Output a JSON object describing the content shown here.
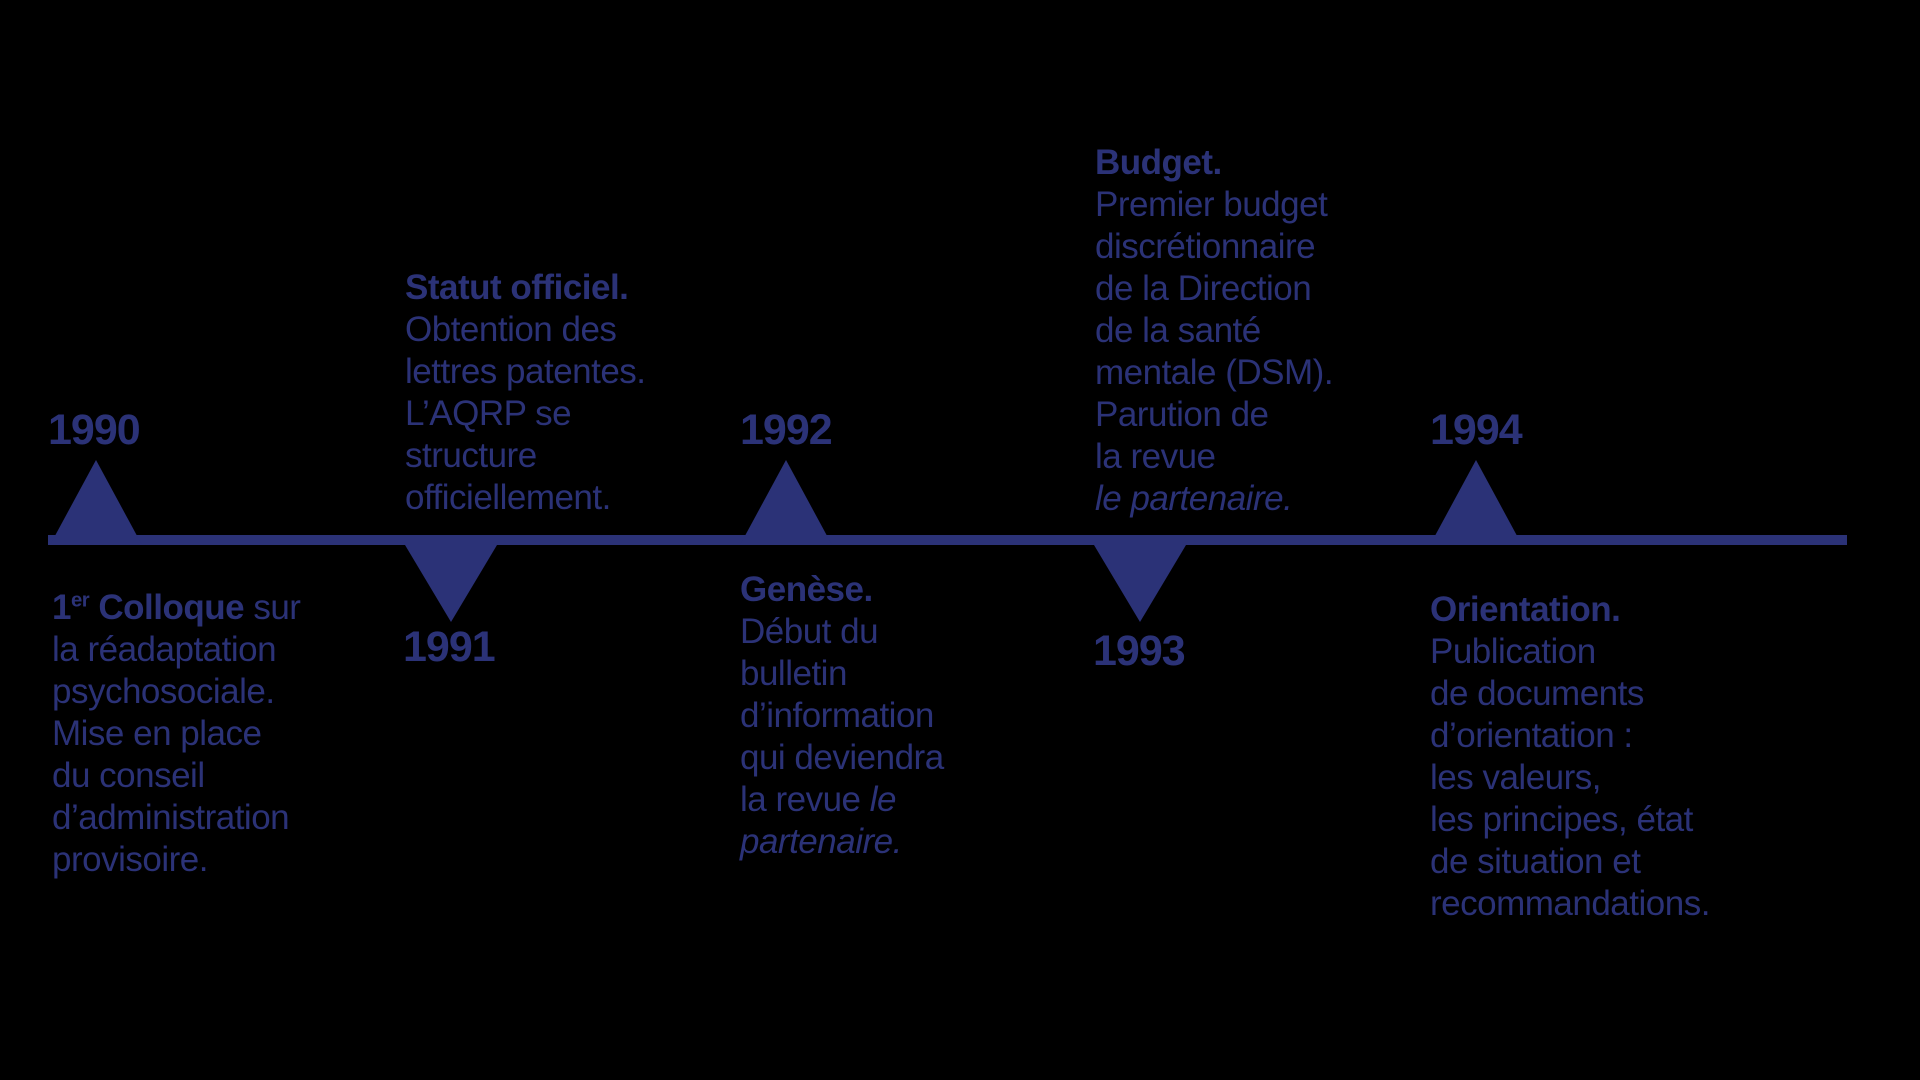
{
  "colors": {
    "background": "#000000",
    "accent_navy": "#2b3277"
  },
  "timeline": {
    "type": "horizontal-timeline",
    "events": [
      {
        "year": "1990",
        "marker": "up",
        "body": {
          "line1": {
            "bold_num": "1",
            "sup": "er",
            "bold": " Colloque",
            "regular": " sur"
          },
          "line2": "la réadaptation",
          "line3": "psychosociale.",
          "line4": "Mise en place",
          "line5": "du conseil",
          "line6": "d’administration",
          "line7": "provisoire."
        }
      },
      {
        "year": "1991",
        "marker": "down",
        "body": {
          "line1": "Statut officiel.",
          "line2": "Obtention des",
          "line3": "lettres patentes.",
          "line4": "L’AQRP se",
          "line5": "structure",
          "line6": "officiellement."
        }
      },
      {
        "year": "1992",
        "marker": "up",
        "body": {
          "line1": "Genèse.",
          "line2": "Début du",
          "line3": "bulletin",
          "line4": "d’information",
          "line5": "qui deviendra",
          "line6": {
            "regular": "la revue ",
            "italic": "le"
          },
          "line7": "partenaire."
        }
      },
      {
        "year": "1993",
        "marker": "down",
        "body": {
          "line1": "Budget.",
          "line2": "Premier budget",
          "line3": "discrétionnaire",
          "line4": "de la Direction",
          "line5": "de la santé",
          "line6": "mentale (DSM).",
          "line7": "Parution de",
          "line8": "la revue",
          "line9": "le partenaire."
        }
      },
      {
        "year": "1994",
        "marker": "up",
        "body": {
          "line1": "Orientation.",
          "line2": "Publication",
          "line3": "de documents",
          "line4": "d’orientation :",
          "line5": "les valeurs,",
          "line6": "les principes, état",
          "line7": "de situation et",
          "line8": "recommandations."
        }
      }
    ]
  }
}
